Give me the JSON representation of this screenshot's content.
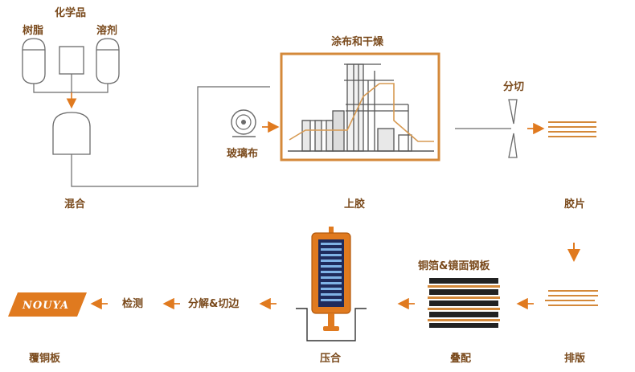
{
  "labels": {
    "chemicals": "化学品",
    "resin": "树脂",
    "solvent": "溶剂",
    "mixing": "混合",
    "glass_cloth": "玻璃布",
    "coating_drying": "涂布和干燥",
    "gluing": "上胶",
    "slitting": "分切",
    "prepreg": "胶片",
    "layup": "排版",
    "foil_plate": "铜箔&镜面钢板",
    "stacking": "叠配",
    "pressing": "压合",
    "split_trim": "分解&切边",
    "inspection": "检测",
    "ccl": "覆铜板"
  },
  "logo": {
    "text": "NOUYA"
  },
  "colors": {
    "accent": "#e07a1f",
    "line": "#6b6b6b",
    "label": "#7a4a1c",
    "frame": "#d4893a"
  }
}
